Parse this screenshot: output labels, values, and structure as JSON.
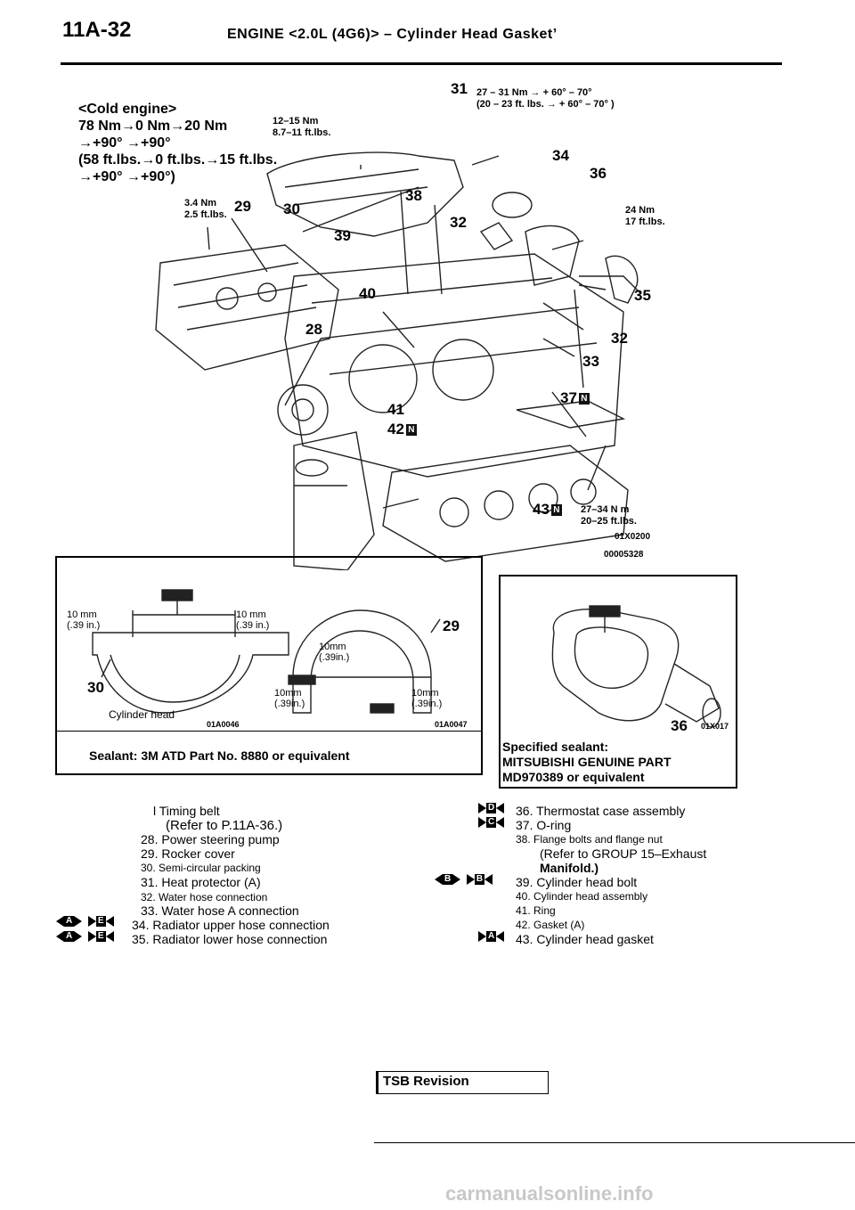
{
  "header": {
    "page_number": "11A-32",
    "title": "ENGINE <2.0L (4G6)> – Cylinder Head Gasket’"
  },
  "torque_notes": {
    "cold_engine": [
      "<Cold engine>",
      "78 Nm→0 Nm→20 Nm",
      "→+90° →+90°",
      "(58 ft.lbs.→0 ft.lbs.→15 ft.lbs.",
      "→+90° →+90°)"
    ],
    "t_12_15": [
      "12–15 Nm",
      "8.7–11 ft.lbs."
    ],
    "t_27_31": [
      "27 – 31 Nm → + 60° – 70°",
      "(20 – 23 ft. lbs. → + 60° – 70° )"
    ],
    "t_3_4": [
      "3.4 Nm",
      "2.5 ft.lbs."
    ],
    "t_24": [
      "24 Nm",
      "17 ft.lbs."
    ],
    "t_27_34": [
      "27–34 N m",
      "20–25 ft.lbs."
    ]
  },
  "callouts": {
    "c31": "31",
    "c34": "34",
    "c36": "36",
    "c29": "29",
    "c30": "30",
    "c38": "38",
    "c39": "39",
    "c32a": "32",
    "c24": "",
    "c40": "40",
    "c35": "35",
    "c28": "28",
    "c32b": "32",
    "c33": "33",
    "c37": "37",
    "c41": "41",
    "c42": "42",
    "c43": "43",
    "new_badge": "N"
  },
  "diagram_codes": {
    "code1": "01X0200",
    "code2": "00005328"
  },
  "left_panel": {
    "dim_10mm": "10 mm",
    "dim_039": "(.39 in.)",
    "dim_10mm_b": "10mm",
    "dim_039_b": "(.39in.)",
    "label_29": "29",
    "label_30": "30",
    "cylinder_head": "Cylinder head",
    "code_left": "01A0046",
    "code_right": "01A0047",
    "caption": "Sealant: 3M ATD Part No. 8880 or equivalent"
  },
  "right_panel": {
    "label_36": "36",
    "code": "01X017",
    "caption_lines": [
      "Specified sealant:",
      "MITSUBISHI GENUINE PART",
      "MD970389 or equivalent"
    ]
  },
  "parts_left": [
    "l  Timing belt",
    "(Refer to P.11A-36.)",
    "28. Power steering pump",
    "29. Rocker cover",
    "30.  Semi-circular packing",
    "31. Heat protector (A)",
    "32.  Water hose connection",
    "33. Water hose A connection",
    "34. Radiator upper hose connection",
    "35. Radiator lower hose connection"
  ],
  "parts_right": [
    "36. Thermostat case assembly",
    "37. O-ring",
    "38.  Flange bolts and flange nut",
    "(Refer to GROUP 15–Exhaust",
    "Manifold.)",
    "39.  Cylinder head bolt",
    "40. Cylinder head assembly",
    "41.  Ring",
    "42. Gasket (A)",
    "43. Cylinder head gasket"
  ],
  "marks": {
    "A": "A",
    "B": "B",
    "C": "C",
    "D": "D",
    "E": "E"
  },
  "footer": {
    "tsb": "TSB Revision",
    "watermark": "carmanualsonline.info"
  }
}
